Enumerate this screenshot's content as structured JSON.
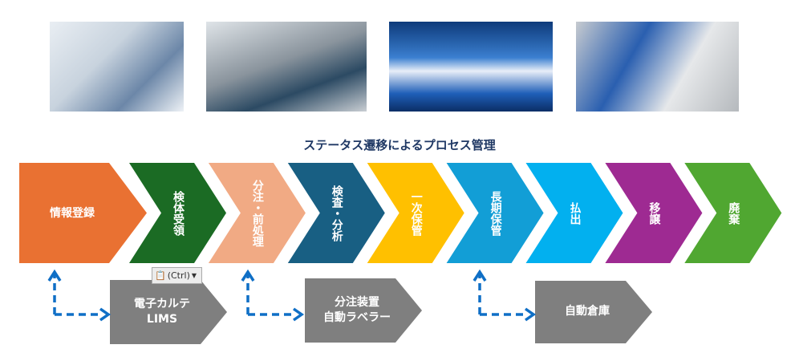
{
  "title": "ステータス遷移によるプロセス管理",
  "photos": [
    "lab-workstation-photo",
    "centrifuge-photo",
    "pipette-rack-photo",
    "freezer-storage-photo"
  ],
  "steps": [
    {
      "label": "情報登録",
      "color": "#e97132"
    },
    {
      "label": "検体受領",
      "color": "#1b6b24"
    },
    {
      "label": "分注・前処理",
      "color": "#f1aa84"
    },
    {
      "label": "検査・分析",
      "color": "#185f83"
    },
    {
      "label": "一次保管",
      "color": "#ffc000"
    },
    {
      "label": "長期保管",
      "color": "#129ed6"
    },
    {
      "label": "払出",
      "color": "#02b0ef"
    },
    {
      "label": "移譲",
      "color": "#9e2a92"
    },
    {
      "label": "廃棄",
      "color": "#50a731"
    }
  ],
  "systems": [
    {
      "line1": "電子カルテ",
      "line2": "LIMS"
    },
    {
      "line1": "分注装置",
      "line2": "自動ラベラー"
    },
    {
      "line1": "自動倉庫",
      "line2": ""
    }
  ],
  "paste_button": {
    "label": "(Ctrl)"
  },
  "colors": {
    "arrow": "#0f6fc6",
    "gray": "#7f7f7f",
    "title": "#1f3864"
  }
}
